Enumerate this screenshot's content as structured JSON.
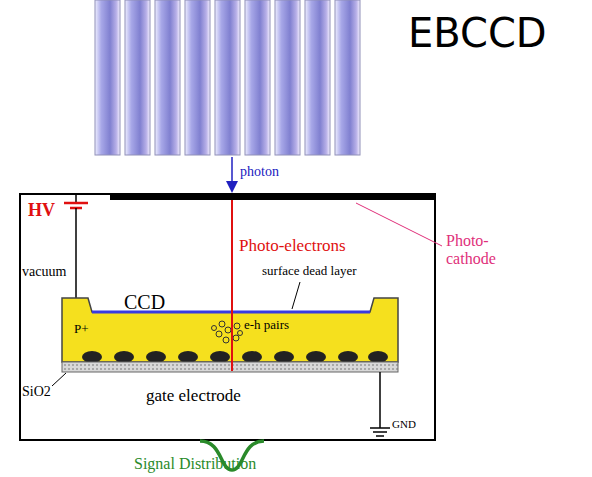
{
  "diagram": {
    "title": "EBCCD",
    "labels": [
      "photon",
      "HV",
      "Photo-electrons",
      "Photo- cathode",
      "vacuum",
      "surface dead layer",
      "CCD",
      "P+",
      "e-h pairs",
      "SiO2",
      "gate electrode",
      "GND",
      "Signal Distribution"
    ]
  }
}
